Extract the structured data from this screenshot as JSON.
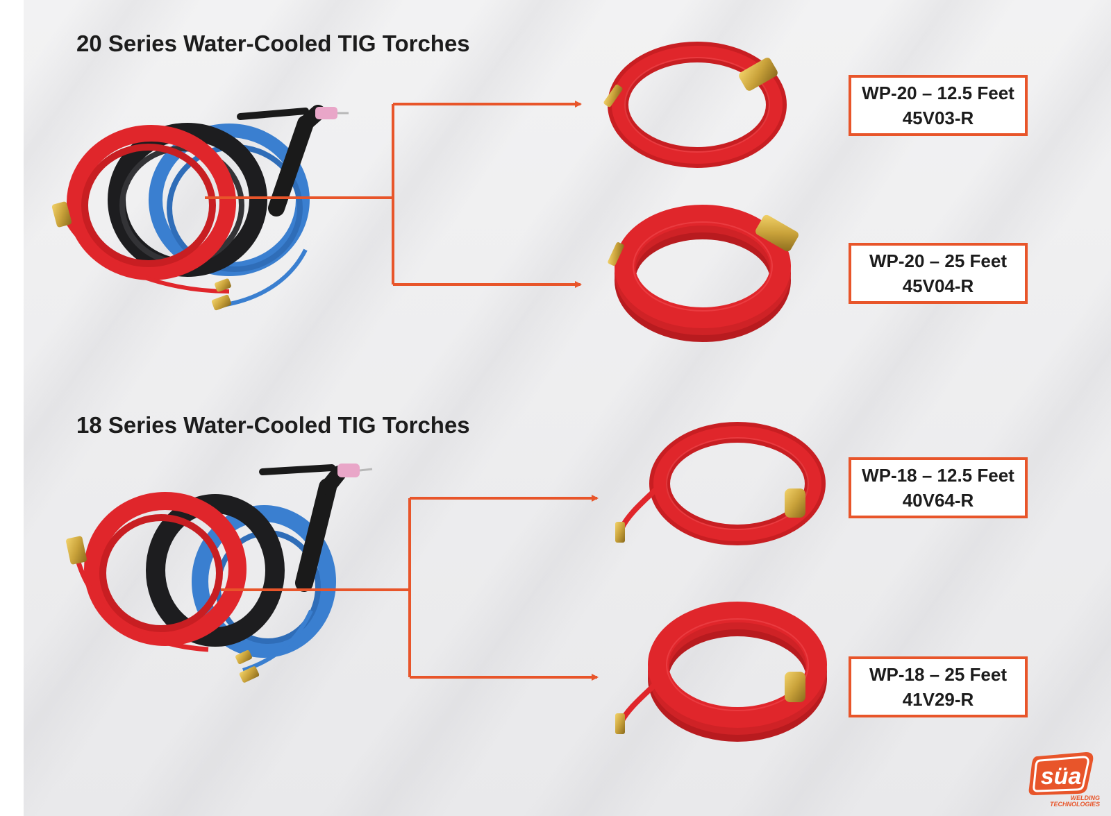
{
  "sections": [
    {
      "title": "20 Series Water-Cooled TIG Torches",
      "products": [
        {
          "line1": "WP-20 – 12.5 Feet",
          "line2": "45V03-R"
        },
        {
          "line1": "WP-20 – 25 Feet",
          "line2": "45V04-R"
        }
      ]
    },
    {
      "title": "18 Series Water-Cooled TIG Torches",
      "products": [
        {
          "line1": "WP-18 – 12.5 Feet",
          "line2": "40V64-R"
        },
        {
          "line1": "WP-18 – 25 Feet",
          "line2": "41V29-R"
        }
      ]
    }
  ],
  "brand": {
    "logo_text": "süa",
    "tagline_line1": "WELDING",
    "tagline_line2": "TECHNOLOGIES"
  },
  "colors": {
    "accent": "#e8552a",
    "hose_red": "#e0262b",
    "hose_black": "#1d1d1f",
    "hose_blue": "#3a7fd0",
    "brass": "#c9a23a",
    "ceramic_pink": "#e9a6c8"
  },
  "icons": [
    "tig-torch-assembly",
    "power-cable-coil",
    "arrow-right-icon",
    "brand-logo"
  ]
}
